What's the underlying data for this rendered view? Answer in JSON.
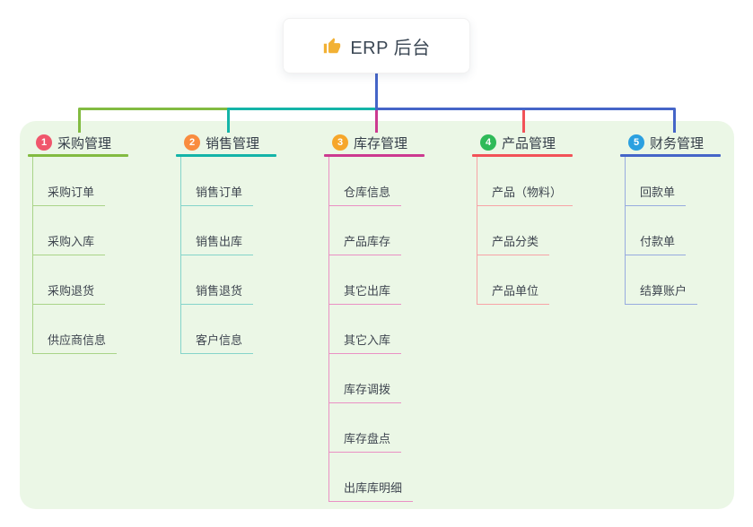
{
  "root": {
    "label": "ERP 后台",
    "icon": "thumbs-up-icon",
    "icon_color": "#f2b134",
    "line_color": "#4565c8"
  },
  "canvas": {
    "background": "#ffffff",
    "panel_color": "#ebf7e6"
  },
  "branches": [
    {
      "number": "1",
      "label": "采购管理",
      "colors": {
        "circle": "#f0566c",
        "main": "#82bb41",
        "light": "#a9d488"
      },
      "children": [
        "采购订单",
        "采购入库",
        "采购退货",
        "供应商信息"
      ]
    },
    {
      "number": "2",
      "label": "销售管理",
      "colors": {
        "circle": "#f98c3f",
        "main": "#14b4a8",
        "light": "#84d4ca"
      },
      "children": [
        "销售订单",
        "销售出库",
        "销售退货",
        "客户信息"
      ]
    },
    {
      "number": "3",
      "label": "库存管理",
      "colors": {
        "circle": "#f6a62a",
        "main": "#cc3a90",
        "light": "#ea90c4"
      },
      "children": [
        "仓库信息",
        "产品库存",
        "其它出库",
        "其它入库",
        "库存调拨",
        "库存盘点",
        "出库库明细"
      ]
    },
    {
      "number": "4",
      "label": "产品管理",
      "colors": {
        "circle": "#2fba58",
        "main": "#f25258",
        "light": "#f7a3a6"
      },
      "children": [
        "产品（物料）",
        "产品分类",
        "产品单位"
      ]
    },
    {
      "number": "5",
      "label": "财务管理",
      "colors": {
        "circle": "#2ba0e0",
        "main": "#4565c8",
        "light": "#97abdf"
      },
      "children": [
        "回款单",
        "付款单",
        "结算账户"
      ]
    }
  ]
}
